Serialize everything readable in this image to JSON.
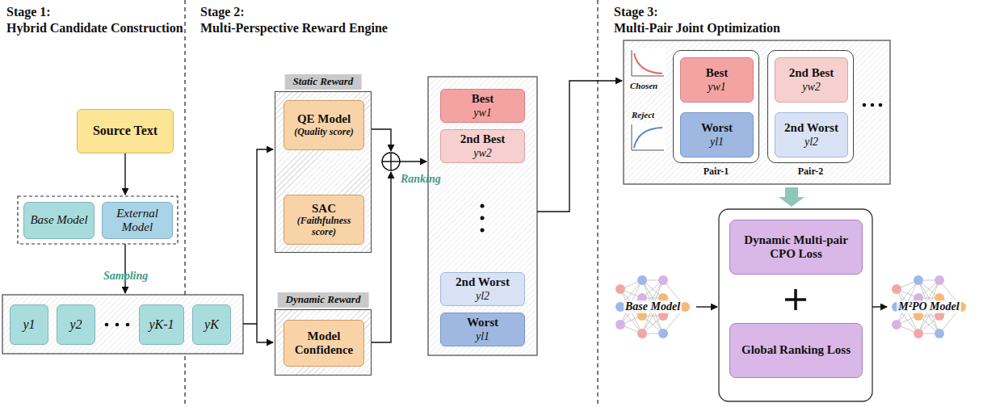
{
  "diagram": {
    "nodes": [
      {
        "text": [
          "Source Text"
        ]
      },
      {
        "text": [
          "Base Model"
        ]
      },
      {
        "text": [
          "External Model"
        ]
      },
      {
        "text": [
          "y1"
        ]
      },
      {
        "text": [
          "y2"
        ]
      },
      {
        "text": [
          "yK-1"
        ]
      },
      {
        "text": [
          "yK"
        ]
      },
      {
        "text": [
          "Static Reward"
        ]
      },
      {
        "text": [
          "QE Model",
          "(Quality score)"
        ],
        "in": 7
      },
      {
        "text": [
          "SAC",
          "(Faithfulness score)"
        ],
        "in": 7
      },
      {
        "text": [
          "Dynamic Reward"
        ]
      },
      {
        "text": [
          "Model Confidence"
        ],
        "in": 10
      },
      {
        "text": [
          "Best",
          "yw1"
        ]
      },
      {
        "text": [
          "2nd Best",
          "yw2"
        ]
      },
      {
        "text": [
          "2nd Worst",
          "yl2"
        ]
      },
      {
        "text": [
          "Worst",
          "yl1"
        ]
      },
      {
        "text": [
          "Pair-1"
        ]
      },
      {
        "text": [
          "Best",
          "yw1"
        ],
        "in": 16
      },
      {
        "text": [
          "Worst",
          "yl1"
        ],
        "in": 16
      },
      {
        "text": [
          "Pair-2"
        ]
      },
      {
        "text": [
          "2nd Best",
          "yw2"
        ],
        "in": 19
      },
      {
        "text": [
          "2nd Worst",
          "yl2"
        ],
        "in": 19
      },
      {
        "text": [
          "Base Model"
        ]
      },
      {
        "text": [
          "Dynamic Multi-pair CPO Loss"
        ]
      },
      {
        "text": [
          "Global Ranking Loss"
        ]
      },
      {
        "text": [
          "M²PO Model"
        ]
      }
    ],
    "labels": [
      "Stage 1:",
      "Hybrid Candidate Construction",
      "Stage 2:",
      "Multi-Perspective Reward Engine",
      "Stage 3:",
      "Multi-Pair Joint Optimization",
      "Sampling",
      "Ranking",
      "Chosen",
      "Reject"
    ]
  }
}
